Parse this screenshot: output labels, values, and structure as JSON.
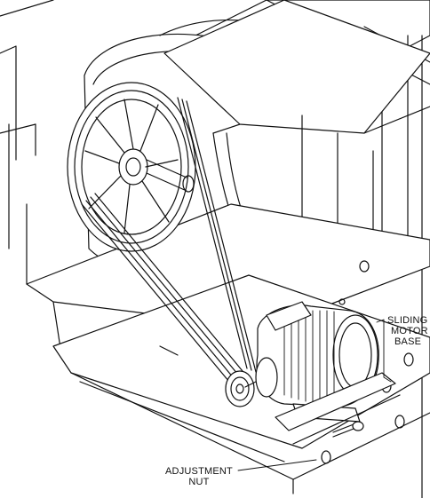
{
  "callouts": {
    "sliding_motor_base": {
      "line1": "SLIDING",
      "line2": "MOTOR",
      "line3": "BASE"
    },
    "adjustment_nut": {
      "line1": "ADJUSTMENT",
      "line2": "NUT"
    }
  }
}
